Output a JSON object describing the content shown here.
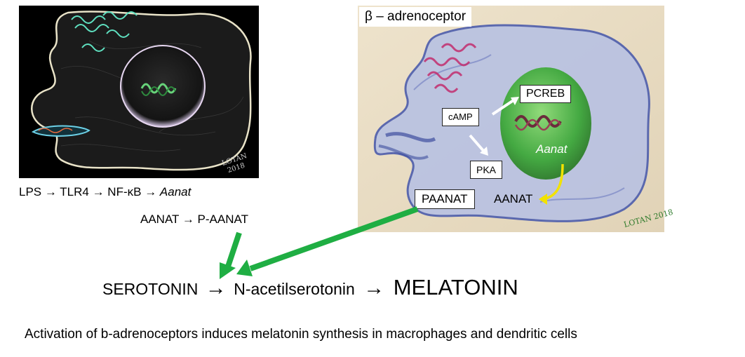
{
  "left_panel": {
    "signature": "LOTAN\n2018",
    "pathway_parts": [
      "LPS ",
      "→",
      " TLR4 ",
      "→",
      " NF-κB ",
      "→",
      " "
    ],
    "pathway_italic": "Aanat",
    "aanat_line": "AANAT → P-AANAT"
  },
  "right_panel": {
    "title": "β – adrenoceptor",
    "labels": {
      "pcreb": "PCREB",
      "camp": "cAMP",
      "aanat_gene": "Aanat",
      "pka": "PKA",
      "paanat": "PAANAT",
      "aanat": "AANAT"
    },
    "signature": "LOTAN 2018"
  },
  "synthesis": {
    "serotonin": "SEROTONIN",
    "arrow1": "→",
    "n_acetyl": "N-acetilserotonin",
    "arrow2": "→",
    "melatonin": "MELATONIN"
  },
  "caption": "Activation of b-adrenoceptors induces melatonin synthesis in macrophages and dendritic cells",
  "colors": {
    "green_arrow": "#1fae43",
    "yellow_arrow": "#f2e200",
    "nucleus_green": "#3ea83a",
    "cell_blue": "#5a6db8",
    "left_bg": "#000000",
    "right_bg": "#e8dcc4"
  }
}
